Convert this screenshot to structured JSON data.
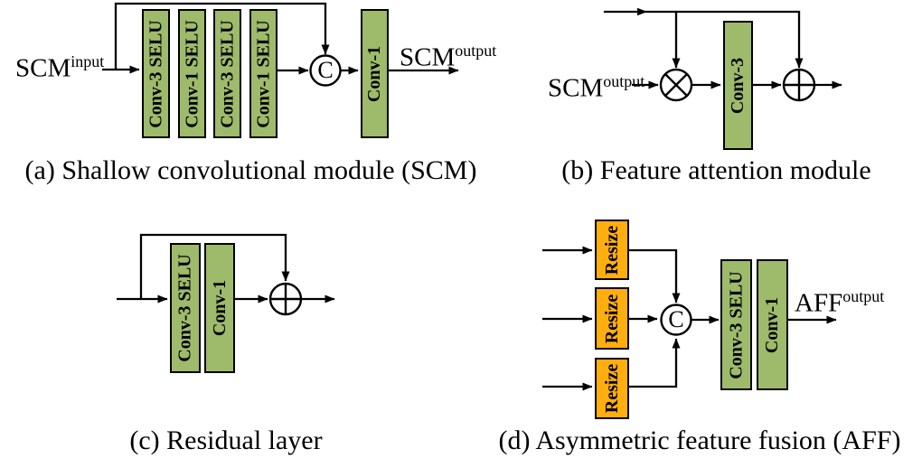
{
  "colors": {
    "block_green": "#9EBA6B",
    "block_orange": "#FFAE0E",
    "line": "#000000",
    "operator_fill": "#FFFFFF",
    "background": "#FFFFFF"
  },
  "icons": {
    "concat-icon": "C",
    "multiply-icon": "⊗",
    "add-icon": "⊕",
    "arrowhead-icon": "▶"
  },
  "panels": {
    "a": {
      "caption": "(a) Shallow convolutional module (SCM)",
      "input_label": {
        "base": "SCM",
        "sup": "input"
      },
      "output_label": {
        "base": "SCM",
        "sup": "output"
      },
      "blocks": [
        "Conv-3 SELU",
        "Conv-1 SELU",
        "Conv-3 SELU",
        "Conv-1 SELU",
        "Conv-1"
      ],
      "concat_label": "C"
    },
    "b": {
      "caption": "(b) Feature attention module",
      "input_label": {
        "base": "SCM",
        "sup": "output"
      },
      "blocks": [
        "Conv-3"
      ]
    },
    "c": {
      "caption": "(c) Residual layer",
      "blocks": [
        "Conv-3 SELU",
        "Conv-1"
      ]
    },
    "d": {
      "caption": "(d) Asymmetric feature fusion (AFF)",
      "output_label": {
        "base": "AFF",
        "sup": "output"
      },
      "resize_blocks": [
        "Resize",
        "Resize",
        "Resize"
      ],
      "blocks": [
        "Conv-3 SELU",
        "Conv-1"
      ],
      "concat_label": "C"
    }
  }
}
